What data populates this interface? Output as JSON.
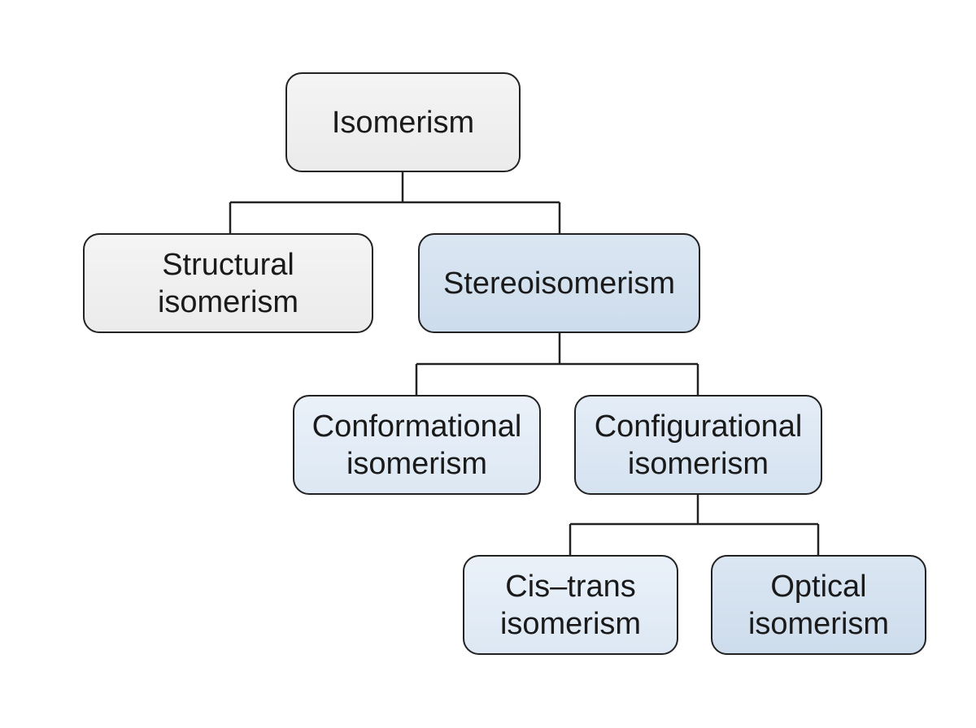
{
  "diagram": {
    "nodes": [
      {
        "id": "n-root",
        "label": "Isomerism",
        "fill": "#efefef"
      },
      {
        "id": "n-structural",
        "label": "Structural\nisomerism",
        "fill": "#ebebeb"
      },
      {
        "id": "n-stereo",
        "label": "Stereoisomerism",
        "fill": "#d3e0ee"
      },
      {
        "id": "n-conformational",
        "label": "Conformational\nisomerism",
        "fill": "#e3ecf6"
      },
      {
        "id": "n-configurational",
        "label": "Configurational\nisomerism",
        "fill": "#d3e0ee"
      },
      {
        "id": "n-cistrans",
        "label": "Cis–trans\nisomerism",
        "fill": "#e3ecf6"
      },
      {
        "id": "n-optical",
        "label": "Optical\nisomerism",
        "fill": "#d3e0ee"
      }
    ],
    "edges": [
      {
        "from": "n-root",
        "to": [
          "n-structural",
          "n-stereo"
        ]
      },
      {
        "from": "n-stereo",
        "to": [
          "n-conformational",
          "n-configurational"
        ]
      },
      {
        "from": "n-configurational",
        "to": [
          "n-cistrans",
          "n-optical"
        ]
      }
    ],
    "colors": {
      "stroke": "#222222",
      "text": "#1a1a1a",
      "gray_fill": "#ebebeb",
      "blue_fill": "#d3e0ee",
      "light_blue_fill": "#e3ecf6"
    }
  }
}
